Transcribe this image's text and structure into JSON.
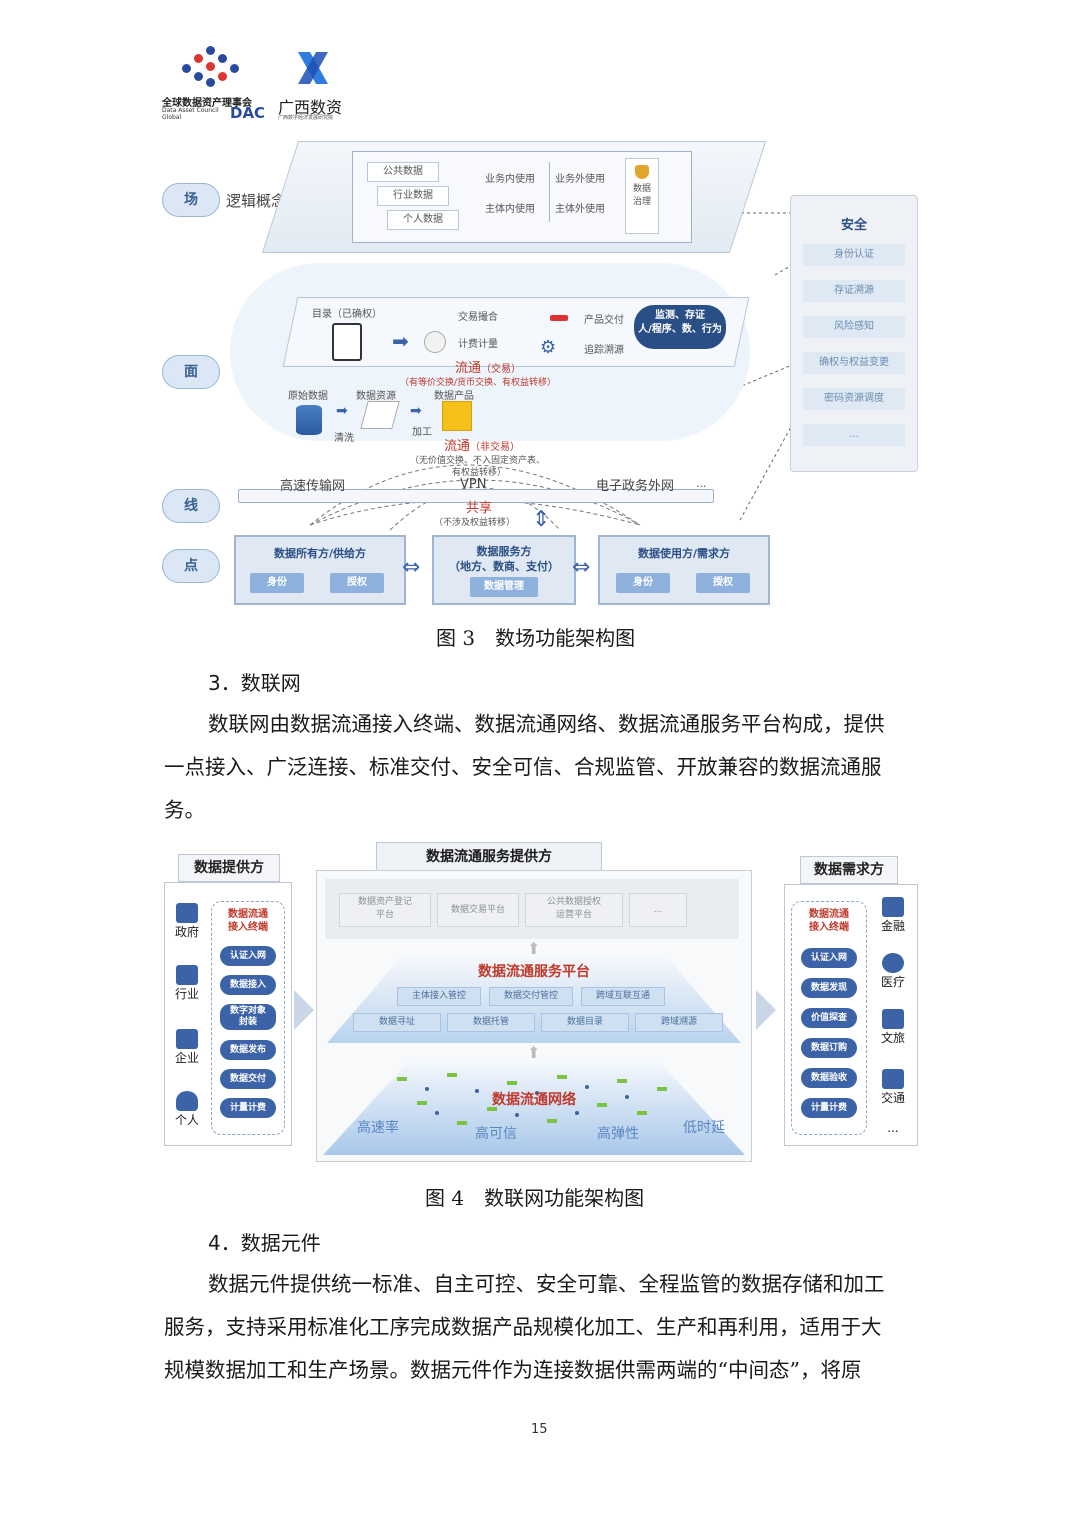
{
  "header": {
    "logo1": {
      "name_cn": "全球数据资产理事会",
      "line1": "Data Asset Council",
      "line2": "Global",
      "abbr": "DAC"
    },
    "logo2": {
      "name_cn": "广西数资",
      "sub": "广西数字经济发展研究院"
    }
  },
  "colors": {
    "accent": "#3c63a8",
    "light_blue": "#dbe7f5",
    "red": "#c0392b"
  },
  "figure3": {
    "levels": [
      "场",
      "面",
      "线",
      "点"
    ],
    "logic_label": "逻辑概念",
    "field": {
      "data_types": [
        "公共数据",
        "行业数据",
        "个人数据"
      ],
      "usage": [
        "业务内使用",
        "业务外使用",
        "主体内使用",
        "主体外使用"
      ],
      "governance": "数据治理"
    },
    "security": {
      "title": "安全",
      "items": [
        "身份认证",
        "存证溯源",
        "风险感知",
        "确权与权益变更",
        "密码资源调度",
        "..."
      ]
    },
    "surface": {
      "catalog": "目录（已确权）",
      "trade_match": "交易撮合",
      "billing": "计费计量",
      "delivery": "产品交付",
      "trace": "追踪溯源",
      "monitor": "监测、存证\n人/程序、数、行为",
      "circulation_trade": "流通",
      "circulation_trade_note": "（交易）",
      "circulation_trade_detail": "（有等价交换/货币交换、有权益转移）",
      "raw": "原始数据",
      "resource": "数据资源",
      "product": "数据产品",
      "clean": "清洗",
      "process": "加工",
      "circulation_free": "流通",
      "circulation_free_note": "（非交易）",
      "circulation_free_detail1": "（无价值交换、不入固定资产表、",
      "circulation_free_detail2": "有权益转移）"
    },
    "line": {
      "highspeed": "高速传输网",
      "vpn": "VPN",
      "gov": "电子政务外网",
      "dots": "...",
      "share": "共享",
      "share_note": "（不涉及权益转移）"
    },
    "points": {
      "owner": {
        "title": "数据所有方/供给方",
        "btns": [
          "身份",
          "授权"
        ]
      },
      "service": {
        "title1": "数据服务方",
        "title2": "（地方、数商、支付）",
        "btn": "数据管理"
      },
      "user": {
        "title": "数据使用方/需求方",
        "btns": [
          "身份",
          "授权"
        ]
      }
    },
    "caption": "图 3　数场功能架构图"
  },
  "section3": {
    "heading": "3．数联网",
    "para_lines": [
      "数联网由数据流通接入终端、数据流通网络、数据流通服务平台构成，提供",
      "一点接入、广泛连接、标准交付、安全可信、合规监管、开放兼容的数据流通服",
      "务。"
    ]
  },
  "figure4": {
    "provider": {
      "title": "数据提供方",
      "entities": [
        "政府",
        "行业",
        "企业",
        "个人"
      ],
      "terminal": "数据流通\n接入终端",
      "buttons": [
        "认证入网",
        "数据接入",
        "数字对象\n封装",
        "数据发布",
        "数据交付",
        "计量计费"
      ]
    },
    "center": {
      "title": "数据流通服务提供方",
      "top_cells": [
        "数据资产登记\n平台",
        "数据交易平台",
        "公共数据授权\n运营平台",
        "..."
      ],
      "platform_title": "数据流通服务平台",
      "row1": [
        "主体接入管控",
        "数据交付管控",
        "跨域互联互通"
      ],
      "row2": [
        "数据寻址",
        "数据托管",
        "数据目录",
        "跨域溯源"
      ],
      "network_title": "数据流通网络",
      "features": [
        "高速率",
        "高可信",
        "高弹性",
        "低时延"
      ]
    },
    "demander": {
      "title": "数据需求方",
      "entities": [
        "金融",
        "医疗",
        "文旅",
        "交通",
        "..."
      ],
      "terminal": "数据流通\n接入终端",
      "buttons": [
        "认证入网",
        "数据发现",
        "价值探查",
        "数据订购",
        "数据验收",
        "计量计费"
      ]
    },
    "caption": "图 4　数联网功能架构图"
  },
  "section4": {
    "heading": "4．数据元件",
    "para_lines": [
      "数据元件提供统一标准、自主可控、安全可靠、全程监管的数据存储和加工",
      "服务，支持采用标准化工序完成数据产品规模化加工、生产和再利用，适用于大",
      "规模数据加工和生产场景。数据元件作为连接数据供需两端的“中间态”，将原"
    ]
  },
  "page_number": "15"
}
